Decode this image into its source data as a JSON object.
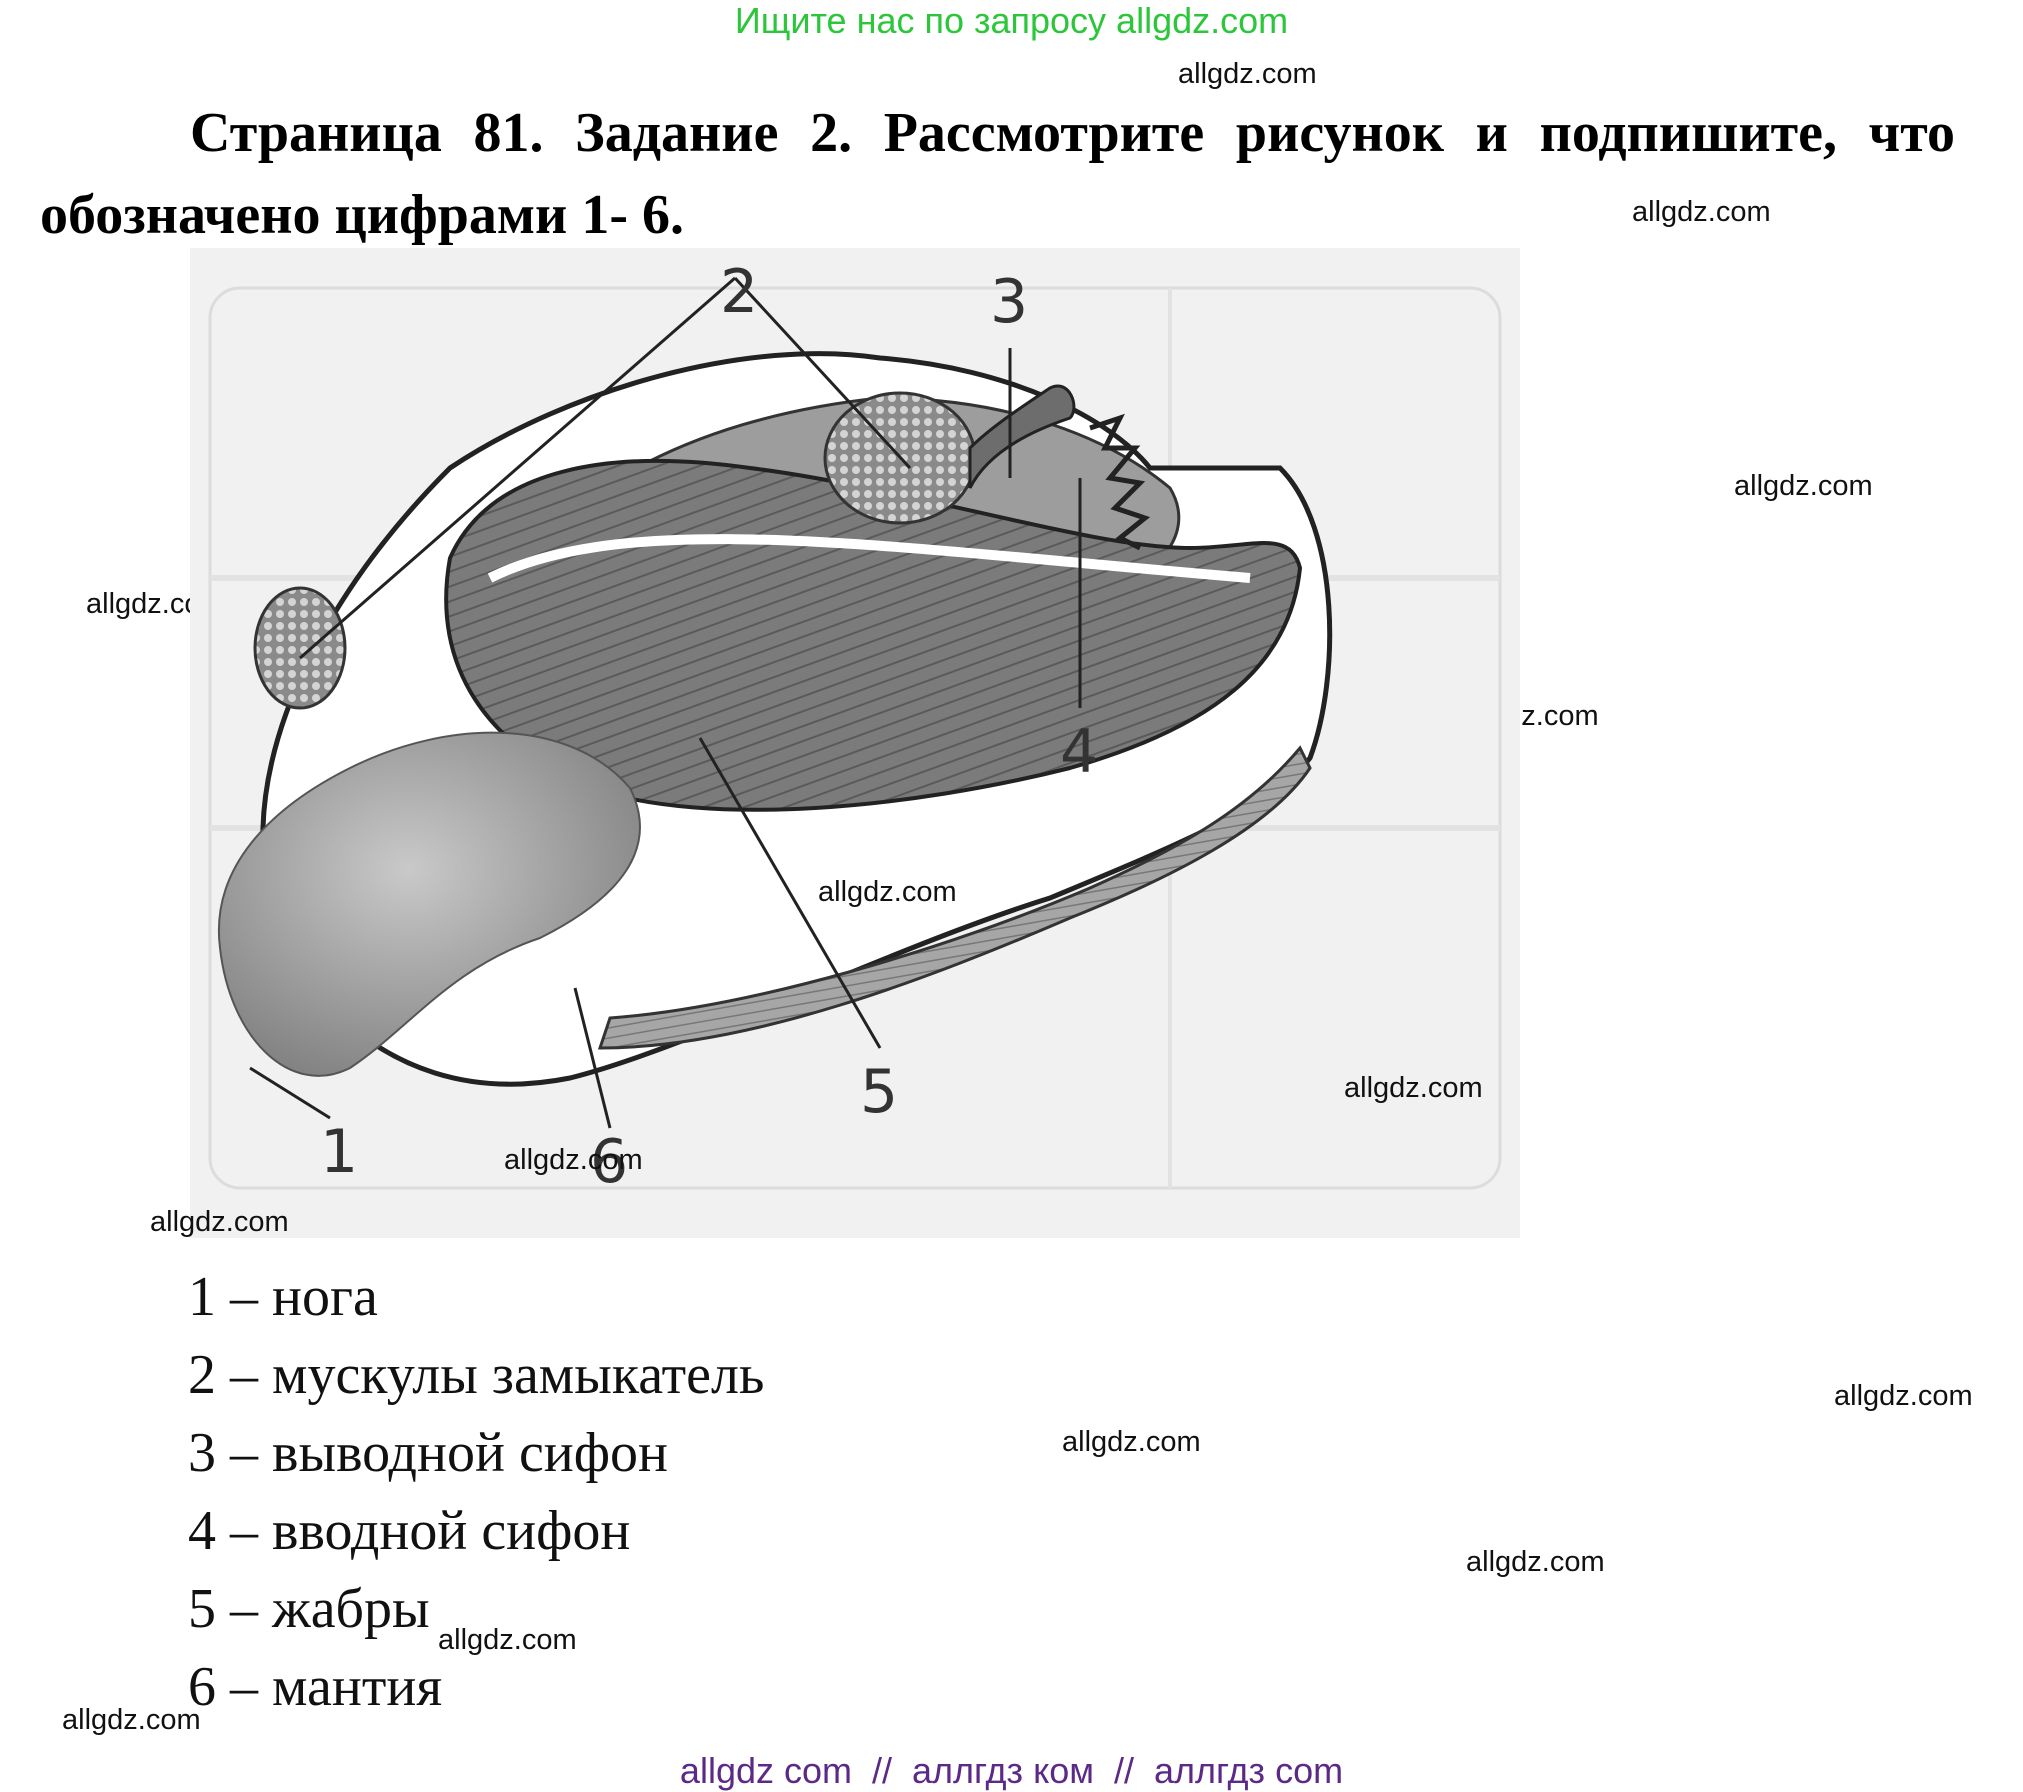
{
  "top_banner": "Ищите нас по запросу allgdz.com",
  "heading": "Страница 81. Задание 2. Рассмотрите рисунок и подпишите, что обозначено цифрами 1- 6.",
  "figure": {
    "labels": [
      "1",
      "2",
      "3",
      "4",
      "5",
      "6"
    ]
  },
  "answers": [
    "1 – нога",
    "2 – мускулы замыкатель",
    "3 – выводной сифон",
    "4 – вводной сифон",
    "5 – жабры",
    "6 – мантия"
  ],
  "watermark": "allgdz.com",
  "bottom_links": "allgdz com  //  аллгдз ком  //  аллгдз com"
}
